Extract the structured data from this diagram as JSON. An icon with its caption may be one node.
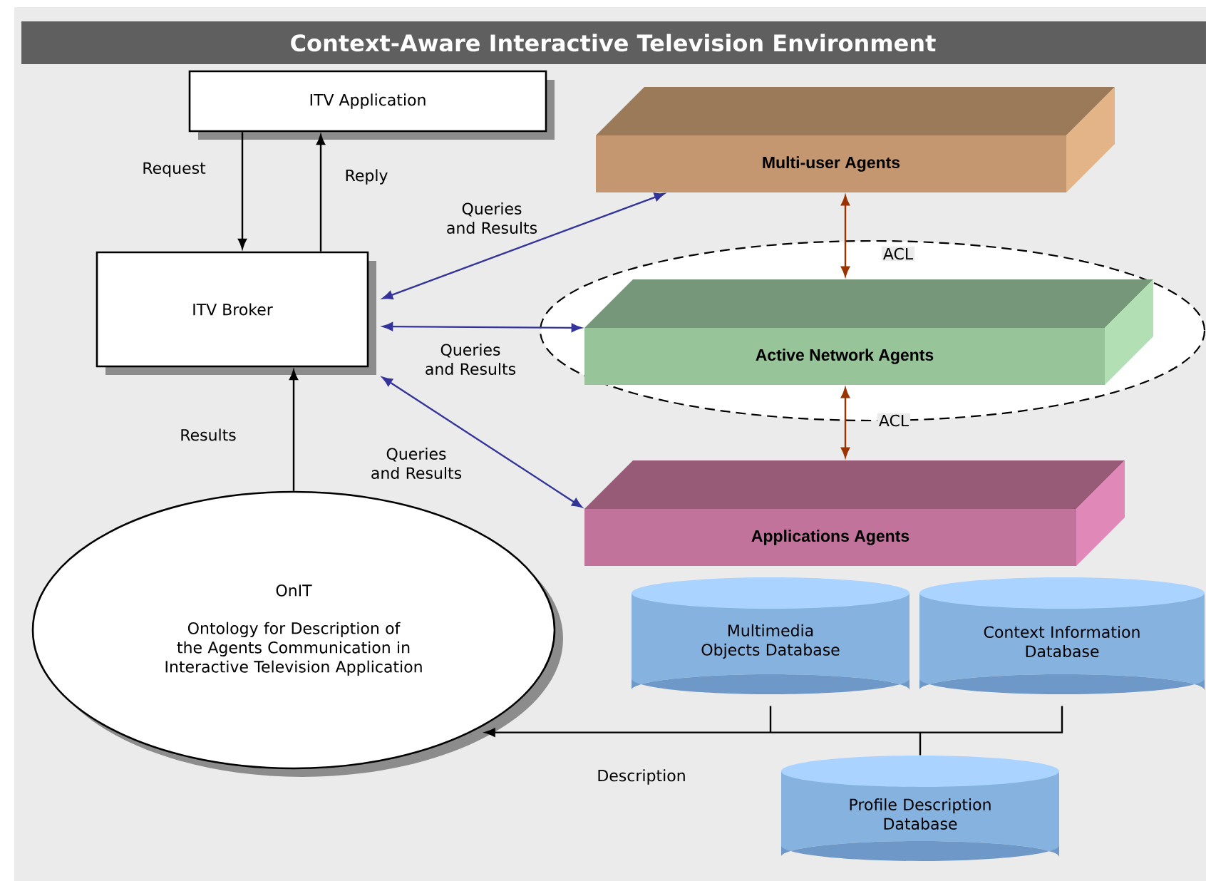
{
  "diagram": {
    "title": "Context-Aware Interactive Television Environment",
    "nodes": [
      {
        "text": [
          "ITV Application"
        ]
      },
      {
        "text": [
          "ITV Broker"
        ]
      },
      {
        "text": [
          "Multi-user Agents"
        ]
      },
      {
        "text": [
          "Active Network Agents"
        ]
      },
      {
        "text": [
          "Applications Agents"
        ]
      },
      {
        "text": [
          "OnIT",
          "Ontology for Description of the Agents Communication in Interactive Television Application"
        ]
      },
      {
        "text": [
          "Multimedia Objects Database"
        ]
      },
      {
        "text": [
          "Context Information Database"
        ]
      },
      {
        "text": [
          "Profile Description Database"
        ]
      }
    ],
    "edges": [
      {
        "from": 0,
        "to": 1,
        "arrow": "to",
        "label": "Request"
      },
      {
        "from": 1,
        "to": 0,
        "arrow": "to",
        "label": "Reply"
      },
      {
        "from": 1,
        "to": 2,
        "arrow": "both",
        "label": "Queries and Results",
        "color": "#33339a"
      },
      {
        "from": 1,
        "to": 3,
        "arrow": "both",
        "label": "Queries and Results",
        "color": "#33339a"
      },
      {
        "from": 1,
        "to": 4,
        "arrow": "both",
        "label": "Queries and Results",
        "color": "#33339a"
      },
      {
        "from": 2,
        "to": 3,
        "arrow": "both",
        "label": "ACL",
        "color": "#993300"
      },
      {
        "from": 3,
        "to": 4,
        "arrow": "both",
        "label": "ACL",
        "color": "#993300"
      },
      {
        "from": 5,
        "to": 1,
        "arrow": "to",
        "label": "Results"
      },
      {
        "from": 6,
        "to": 5,
        "arrow": "to",
        "label": "Description"
      },
      {
        "from": 7,
        "to": 5,
        "arrow": "to"
      },
      {
        "from": 8,
        "to": 5,
        "arrow": "to"
      }
    ]
  }
}
